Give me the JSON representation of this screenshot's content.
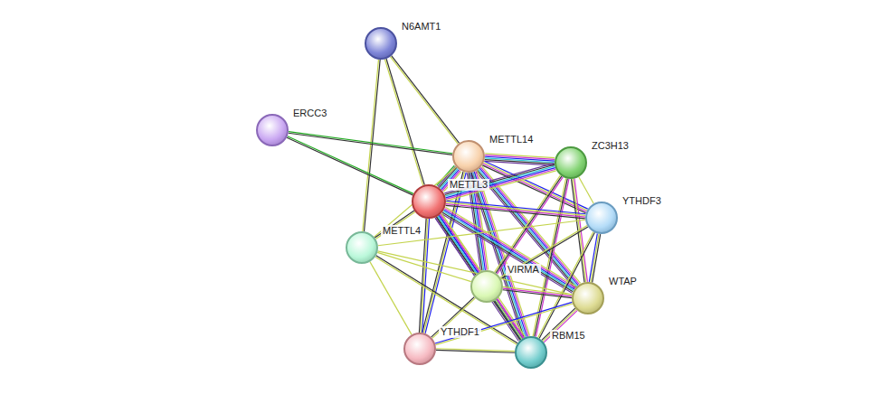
{
  "diagram": {
    "nodes": [
      {
        "text": [
          "N6AMT1"
        ]
      },
      {
        "text": [
          "ERCC3"
        ]
      },
      {
        "text": [
          "METTL14"
        ]
      },
      {
        "text": [
          "ZC3H13"
        ]
      },
      {
        "text": [
          "METTL3"
        ]
      },
      {
        "text": [
          "YTHDF3"
        ]
      },
      {
        "text": [
          "METTL4"
        ]
      },
      {
        "text": [
          "VIRMA"
        ]
      },
      {
        "text": [
          "WTAP"
        ]
      },
      {
        "text": [
          "YTHDF1"
        ]
      },
      {
        "text": [
          "RBM15"
        ]
      }
    ],
    "edges": [
      {
        "from": 0,
        "to": 2,
        "arrow": "none"
      },
      {
        "from": 0,
        "to": 4,
        "arrow": "none"
      },
      {
        "from": 0,
        "to": 6,
        "arrow": "none"
      },
      {
        "from": 1,
        "to": 2,
        "arrow": "none"
      },
      {
        "from": 1,
        "to": 4,
        "arrow": "none"
      },
      {
        "from": 2,
        "to": 4,
        "arrow": "none"
      },
      {
        "from": 2,
        "to": 3,
        "arrow": "none"
      },
      {
        "from": 2,
        "to": 5,
        "arrow": "none"
      },
      {
        "from": 2,
        "to": 7,
        "arrow": "none"
      },
      {
        "from": 2,
        "to": 8,
        "arrow": "none"
      },
      {
        "from": 2,
        "to": 10,
        "arrow": "none"
      },
      {
        "from": 2,
        "to": 9,
        "arrow": "none"
      },
      {
        "from": 2,
        "to": 6,
        "arrow": "none"
      },
      {
        "from": 3,
        "to": 4,
        "arrow": "none"
      },
      {
        "from": 3,
        "to": 7,
        "arrow": "none"
      },
      {
        "from": 3,
        "to": 8,
        "arrow": "none"
      },
      {
        "from": 3,
        "to": 10,
        "arrow": "none"
      },
      {
        "from": 3,
        "to": 5,
        "arrow": "none"
      },
      {
        "from": 4,
        "to": 5,
        "arrow": "none"
      },
      {
        "from": 4,
        "to": 6,
        "arrow": "none"
      },
      {
        "from": 4,
        "to": 7,
        "arrow": "none"
      },
      {
        "from": 4,
        "to": 8,
        "arrow": "none"
      },
      {
        "from": 4,
        "to": 10,
        "arrow": "none"
      },
      {
        "from": 4,
        "to": 9,
        "arrow": "none"
      },
      {
        "from": 5,
        "to": 6,
        "arrow": "none"
      },
      {
        "from": 5,
        "to": 7,
        "arrow": "none"
      },
      {
        "from": 5,
        "to": 8,
        "arrow": "none"
      },
      {
        "from": 5,
        "to": 10,
        "arrow": "none"
      },
      {
        "from": 6,
        "to": 7,
        "arrow": "none"
      },
      {
        "from": 6,
        "to": 8,
        "arrow": "none"
      },
      {
        "from": 6,
        "to": 10,
        "arrow": "none"
      },
      {
        "from": 6,
        "to": 9,
        "arrow": "none"
      },
      {
        "from": 7,
        "to": 8,
        "arrow": "none"
      },
      {
        "from": 7,
        "to": 10,
        "arrow": "none"
      },
      {
        "from": 7,
        "to": 9,
        "arrow": "none"
      },
      {
        "from": 8,
        "to": 10,
        "arrow": "none"
      },
      {
        "from": 8,
        "to": 9,
        "arrow": "none"
      },
      {
        "from": 9,
        "to": 10,
        "arrow": "none"
      }
    ]
  }
}
